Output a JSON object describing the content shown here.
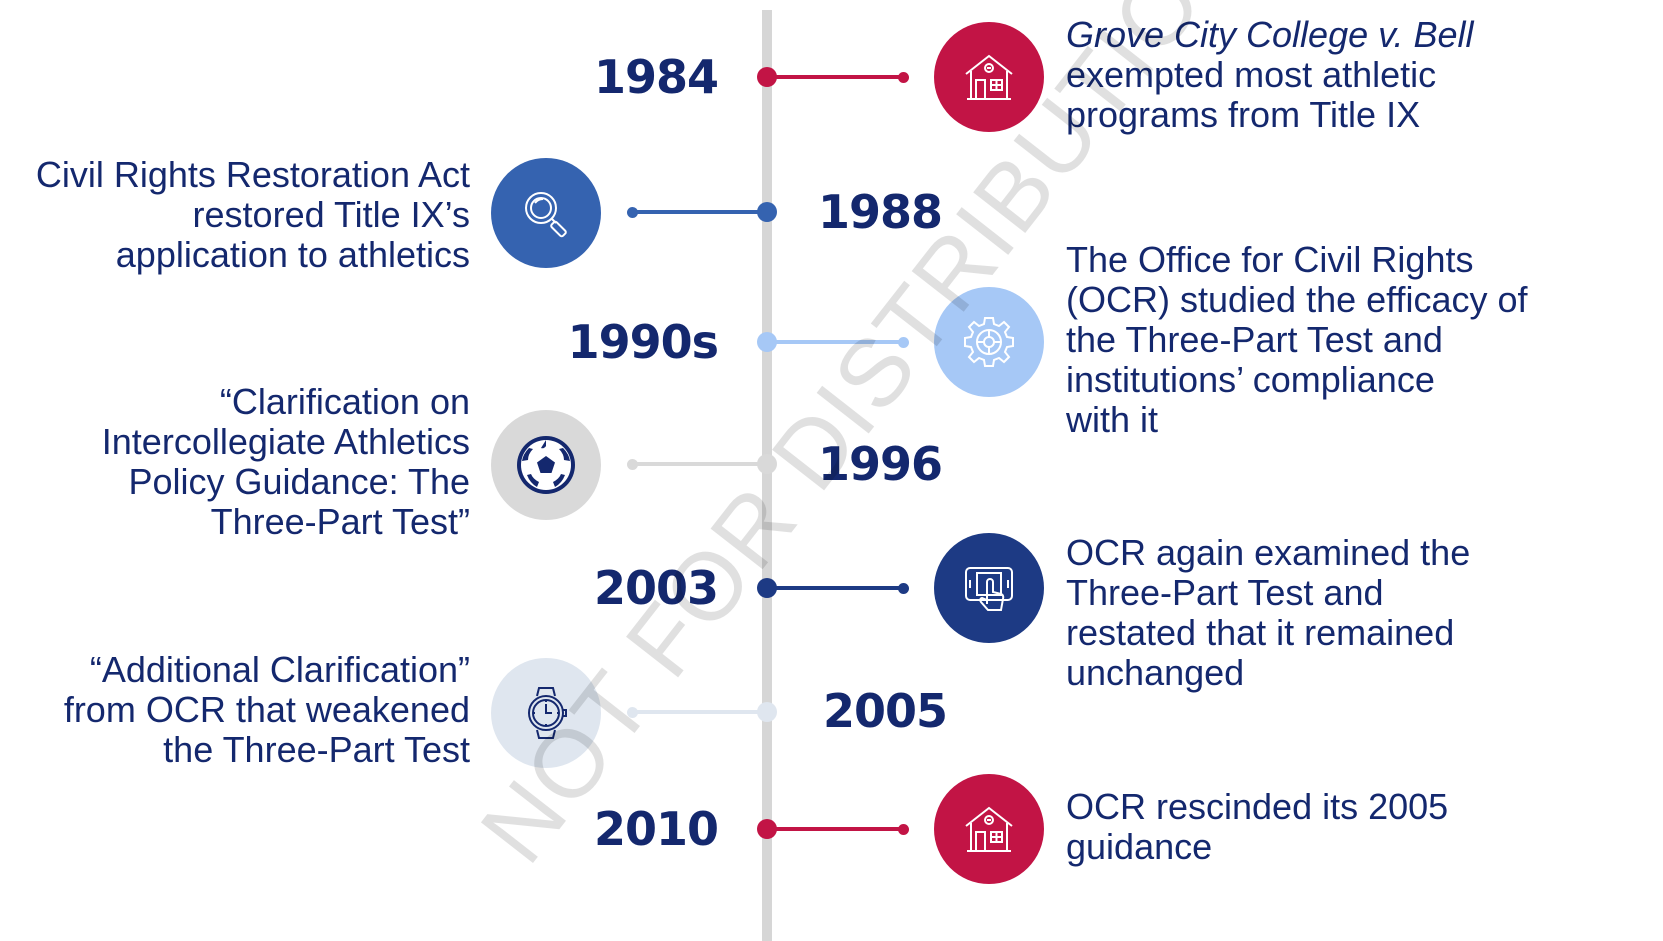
{
  "watermark": "NOT FOR DISTRIBUTION",
  "colors": {
    "navy_text": "#14286e",
    "spine": "#d6d6d6",
    "crimson": "#c21445",
    "royal_blue": "#3563b0",
    "light_blue": "#a6c8f6",
    "gray": "#d9d9d9",
    "navy": "#1d3a84",
    "pale_blue": "#dfe6ef"
  },
  "events": [
    {
      "year": "1984",
      "icon": "house-icon",
      "desc_italic": "Grove City College v. Bell",
      "desc": [
        "exempted most athletic",
        "programs from Title IX"
      ]
    },
    {
      "year": "1988",
      "icon": "magnifier-icon",
      "desc": [
        "Civil Rights Restoration Act",
        "restored Title IX’s",
        "application to athletics"
      ]
    },
    {
      "year": "1990s",
      "icon": "gear-icon",
      "desc": [
        "The Office for Civil Rights",
        "(OCR) studied the efficacy of",
        "the Three-Part Test and",
        "institutions’ compliance",
        "with it"
      ]
    },
    {
      "year": "1996",
      "icon": "soccer-ball-icon",
      "desc": [
        "“Clarification on",
        "Intercollegiate Athletics",
        "Policy Guidance: The",
        "Three-Part Test”"
      ]
    },
    {
      "year": "2003",
      "icon": "tablet-touch-icon",
      "desc": [
        "OCR again examined the",
        "Three-Part Test and",
        "restated that it remained",
        "unchanged"
      ]
    },
    {
      "year": "2005",
      "icon": "watch-icon",
      "desc": [
        "“Additional Clarification”",
        "from OCR that weakened",
        "the Three-Part Test"
      ]
    },
    {
      "year": "2010",
      "icon": "house-icon",
      "desc": [
        "OCR rescinded its 2005",
        "guidance"
      ]
    }
  ]
}
